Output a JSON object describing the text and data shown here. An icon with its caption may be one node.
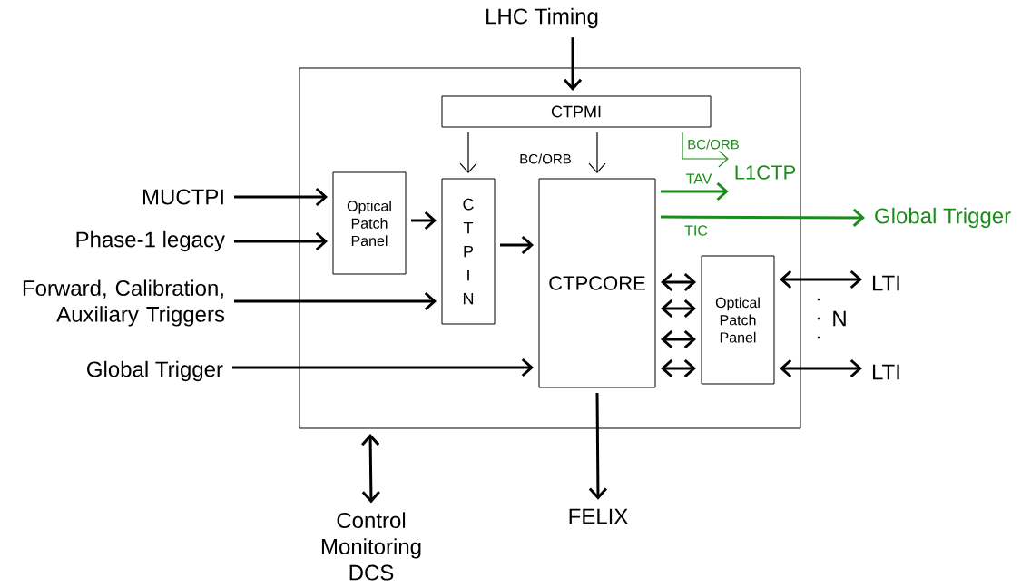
{
  "diagram": {
    "nodes": [
      {
        "text": [],
        "shape": "box"
      },
      {
        "text": [
          "CTPMI"
        ],
        "in": 0
      },
      {
        "text": [
          "Optical Patch Panel"
        ],
        "in": 0
      },
      {
        "text": [
          "C T P I N"
        ],
        "in": 0
      },
      {
        "text": [
          "CTPCORE"
        ],
        "in": 0
      },
      {
        "text": [
          "Optical Patch Panel"
        ],
        "in": 0
      },
      {
        "text": [
          "L1CTP"
        ],
        "in": 0
      },
      {
        "text": [
          "LHC Timing"
        ]
      },
      {
        "text": [
          "MUCTPI"
        ]
      },
      {
        "text": [
          "Phase-1 legacy"
        ]
      },
      {
        "text": [
          "Forward, Calibration, Auxiliary Triggers"
        ]
      },
      {
        "text": [
          "Global Trigger"
        ]
      },
      {
        "text": [
          "Global Trigger"
        ]
      },
      {
        "text": [
          "LTI"
        ]
      },
      {
        "text": [
          "LTI"
        ]
      },
      {
        "text": [
          "Control Monitoring DCS"
        ]
      },
      {
        "text": [
          "FELIX"
        ]
      }
    ],
    "edges": [
      {
        "from": 7,
        "to": 1,
        "arrow": "to"
      },
      {
        "from": 1,
        "to": 3,
        "arrow": "to"
      },
      {
        "from": 1,
        "to": 4,
        "arrow": "to"
      },
      {
        "from": 1,
        "to": 6,
        "arrow": "to",
        "label": "BC/ORB",
        "color": "#1a8c1a"
      },
      {
        "from": 8,
        "to": 2,
        "arrow": "to"
      },
      {
        "from": 9,
        "to": 2,
        "arrow": "to"
      },
      {
        "from": 2,
        "to": 3,
        "arrow": "to"
      },
      {
        "from": 10,
        "to": 3,
        "arrow": "to"
      },
      {
        "from": 3,
        "to": 4,
        "arrow": "to"
      },
      {
        "from": 11,
        "to": 4,
        "arrow": "to"
      },
      {
        "from": 4,
        "to": 6,
        "arrow": "to",
        "label": "TAV",
        "color": "#1a8c1a"
      },
      {
        "from": 4,
        "to": 12,
        "arrow": "to",
        "label": "TIC",
        "color": "#1a8c1a"
      },
      {
        "from": 4,
        "to": 5,
        "arrow": "both"
      },
      {
        "from": 4,
        "to": 5,
        "arrow": "both"
      },
      {
        "from": 4,
        "to": 5,
        "arrow": "both"
      },
      {
        "from": 4,
        "to": 5,
        "arrow": "both"
      },
      {
        "from": 5,
        "to": 13,
        "arrow": "both"
      },
      {
        "from": 5,
        "to": 14,
        "arrow": "both"
      },
      {
        "from": 0,
        "to": 15,
        "arrow": "both"
      },
      {
        "from": 4,
        "to": 16,
        "arrow": "to"
      }
    ],
    "labels": [
      "BC/ORB",
      "N"
    ]
  }
}
